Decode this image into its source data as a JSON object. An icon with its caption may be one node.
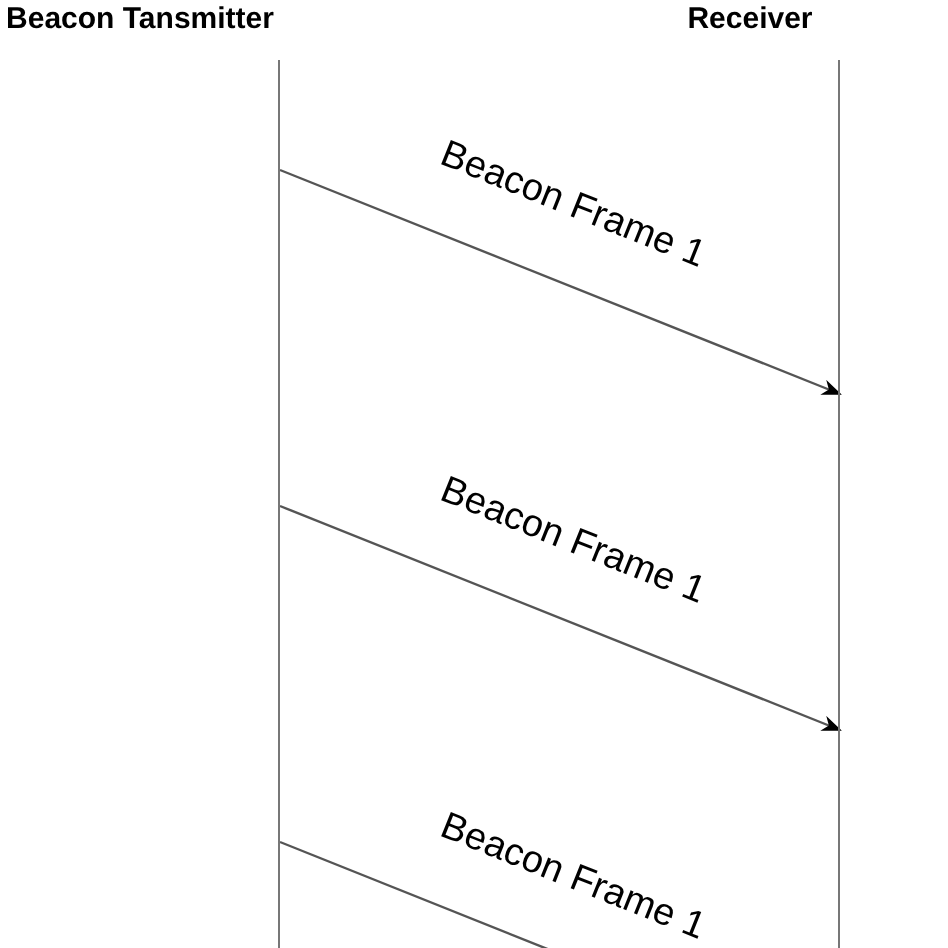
{
  "diagram": {
    "nodes": [
      {
        "text": [
          "Beacon Tansmitter"
        ]
      },
      {
        "text": [
          "Receiver"
        ]
      }
    ],
    "edges": [
      {
        "from": 0,
        "to": 1,
        "arrow": "to",
        "label": "Beacon Frame 1"
      },
      {
        "from": 0,
        "to": 1,
        "arrow": "to",
        "label": "Beacon Frame 1"
      },
      {
        "from": 0,
        "to": null,
        "arrow": "none",
        "label": "Beacon Frame 1"
      }
    ]
  }
}
